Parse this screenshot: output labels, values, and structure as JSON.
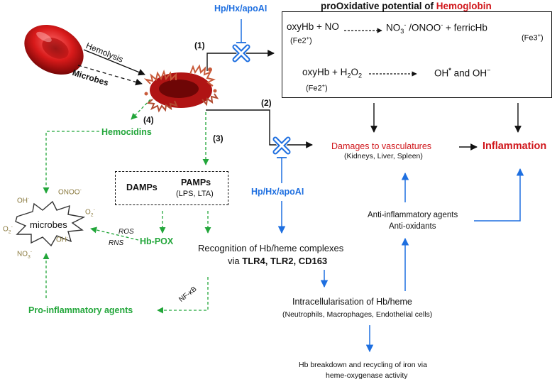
{
  "title": {
    "prefix": "proOxidative potential of ",
    "highlight": "Hemoglobin"
  },
  "colors": {
    "blue": "#1e6fe0",
    "green": "#22a63a",
    "red": "#d0161b",
    "olive": "#8a7a3f"
  },
  "inhibitor_top": "Hp/Hx/apoAI",
  "inhibitor_mid": "Hp/Hx/apoAI",
  "step_labels": {
    "s1": "(1)",
    "s2": "(2)",
    "s3": "(3)",
    "s4": "(4)"
  },
  "hemolysis": "Hemolysis",
  "microbes_arrow": "Microbes",
  "reaction1": {
    "reactant": "oxyHb",
    "plus_no": "+ NO",
    "p1": "NO",
    "p1_sub": "3",
    "p1_sup": "-",
    "sep": "/ONOO",
    "sep_sup": "-",
    "p2": "+ ferricHb",
    "fe_left": "(Fe2",
    "fe_left_sup": "+",
    "fe_left_end": ")",
    "fe_right": "(Fe3",
    "fe_right_sup": "+",
    "fe_right_end": ")"
  },
  "reaction2": {
    "reactant": "oxyHb",
    "plus": "+ H",
    "sub2": "2",
    "o": "O",
    "sub2b": "2",
    "oh": "OH",
    "oh_star": "*",
    "and": "and OH",
    "oh_minus": "−",
    "fe": "(Fe2",
    "fe_sup": "+",
    "fe_end": ")"
  },
  "hemocidins": "Hemocidins",
  "damps": "DAMPs",
  "pamps": "PAMPs",
  "pamps_sub": "(LPS, LTA)",
  "hb_pox": "Hb-POX",
  "ros": "ROS",
  "rns": "RNS",
  "microbes_center": "microbes",
  "radicals": {
    "oh_top": "OH",
    "onoo": "ONOO",
    "o2_right": "O",
    "o2_left": "O",
    "oh_mid": "OH",
    "no3": "NO"
  },
  "pro_inflammatory": "Pro-inflammatory agents",
  "nfkb": "NF-κB",
  "recognition_line1": "Recognition of Hb/heme complexes",
  "recognition_via": "via",
  "recognition_receptors": "TLR4, TLR2, CD163",
  "intracell_line1": "Intracellularisation of Hb/heme",
  "intracell_line2": "(Neutrophils, Macrophages, Endothelial cells)",
  "breakdown_line1": "Hb breakdown and recycling of iron via",
  "breakdown_line2": "heme-oxygenase activity",
  "damages": "Damages to vasculatures",
  "damages_sub": "(Kidneys, Liver, Spleen)",
  "inflammation": "Inflammation",
  "antiinfl_line1": "Anti-inflammatory agents",
  "antiinfl_line2": "Anti-oxidants"
}
